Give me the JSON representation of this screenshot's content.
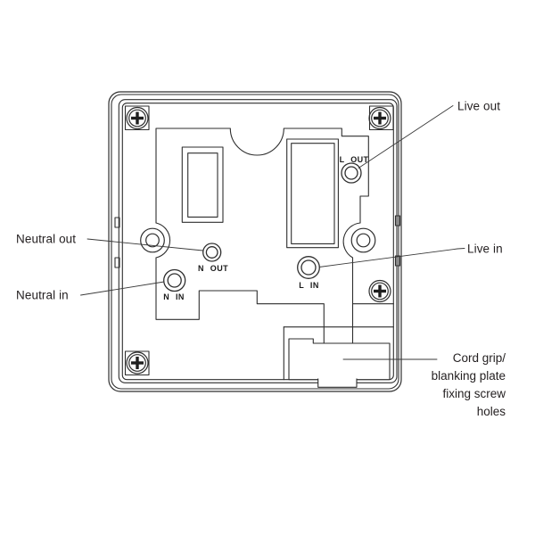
{
  "diagram": {
    "type": "electrical-backplate-wiring-diagram",
    "colors": {
      "line": "#2e2e2e",
      "text": "#231f20",
      "background": "#ffffff"
    },
    "terminals": {
      "live_out": "L OUT",
      "neutral_out": "N OUT",
      "neutral_in": "N IN",
      "live_in": "L IN"
    },
    "callouts": {
      "live_out": "Live out",
      "live_in": "Live in",
      "neutral_out": "Neutral out",
      "neutral_in": "Neutral in",
      "cord_grip_lines": [
        "Cord grip/",
        "blanking plate",
        "fixing screw",
        "holes"
      ]
    }
  }
}
